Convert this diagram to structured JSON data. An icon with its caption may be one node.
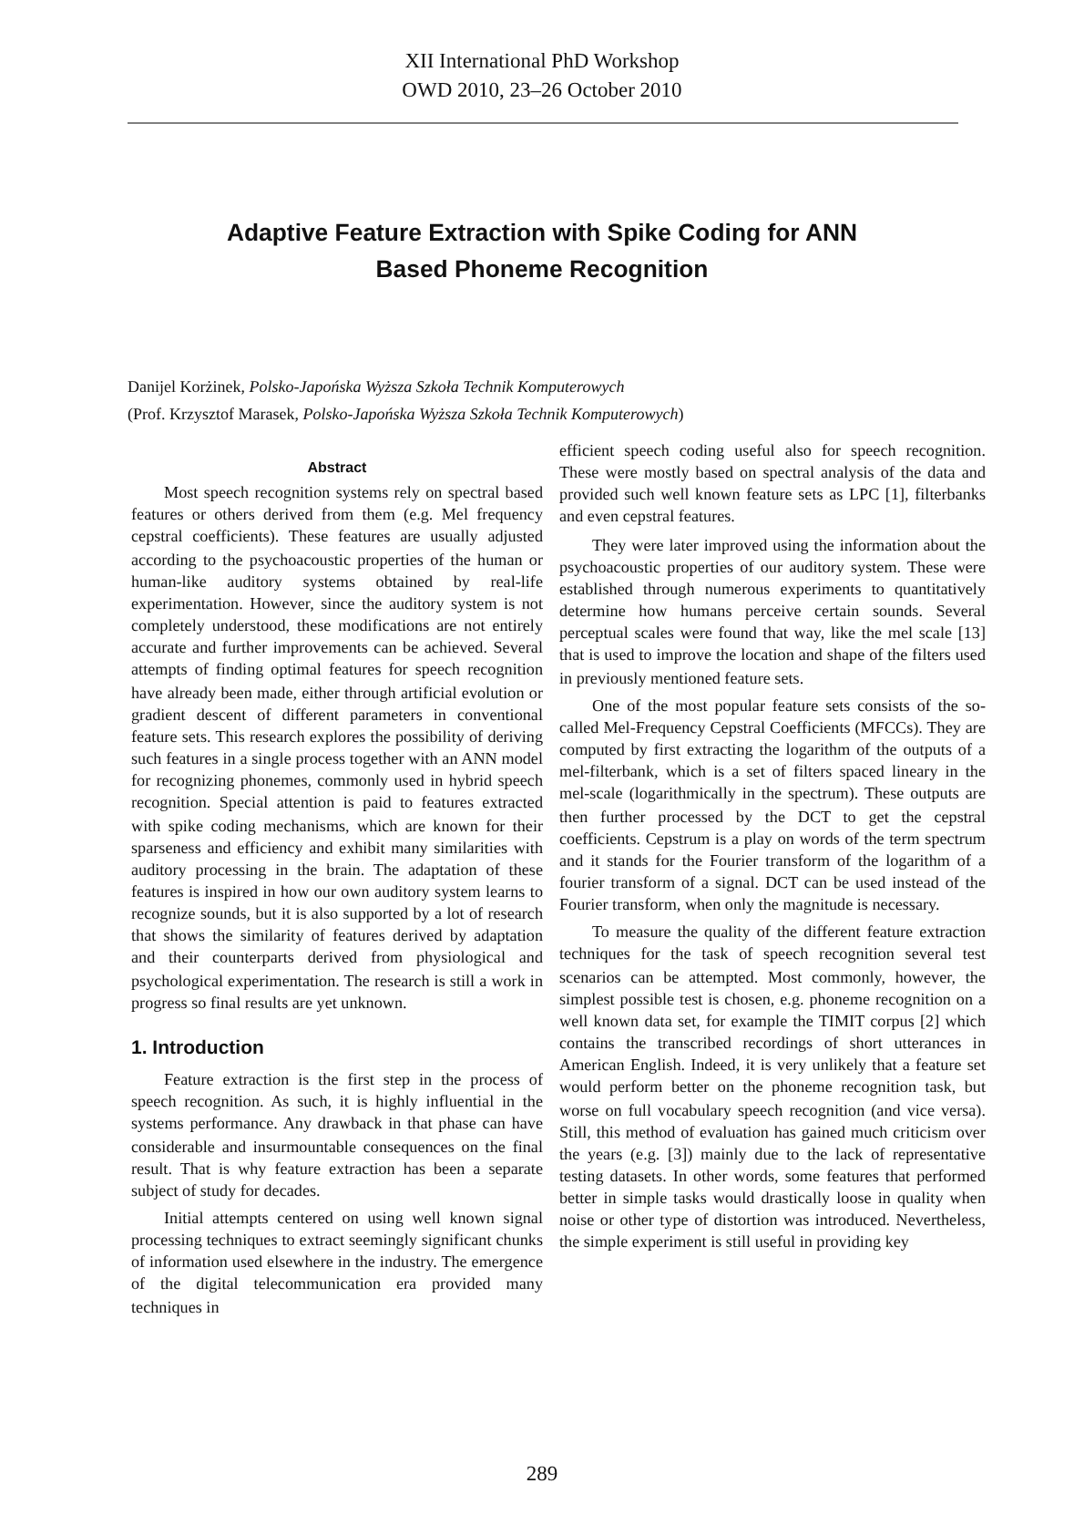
{
  "diagram": {
    "title": "Adaptive Feature Extraction with Spike Coding for ANN Based Phoneme Recognition",
    "labels": [
      "XII International PhD Workshop",
      "OWD 2010,  23–26 October 2010",
      "Danijel Korżinek, *Polsko-Japońska Wyższa Szkoła Technik Komputerowych*",
      "(Prof. Krzysztof Marasek, *Polsko-Japońska Wyższa Szkoła Technik Komputerowych*)",
      "Abstract",
      "Most speech recognition systems rely on spectral based features or others derived from them (e.g. Mel frequency cepstral coefficients). These features are usually adjusted according to the psychoacoustic properties of the human or human-like auditory systems obtained by real-life experimentation. However, since the auditory system is not completely understood, these modifications are not entirely accurate and further improvements can be achieved. Several attempts of finding optimal features for speech recognition have already been made, either through artificial evolution or gradient descent of different parameters in conventional feature sets. This research explores the possibility of deriving such features in a single process together with an ANN model for recognizing phonemes, commonly used in hybrid speech recognition. Special attention is paid to features extracted with spike coding mechanisms, which are known for their sparseness and efficiency and exhibit many similarities with auditory processing in the brain. The adaptation of these features is inspired in how our own auditory system learns to recognize sounds, but it is also supported by a lot of research that shows the similarity of features derived by adaptation and their counterparts derived from physiological and psychological experimentation. The research is still a work in progress so final results are yet unknown.",
      "1. Introduction",
      "Feature extraction is the first step in the process of speech recognition. As such, it is highly influential in the systems performance. Any drawback in that phase can have considerable and insurmountable consequences on the final result. That is why feature extraction has been a separate subject of study for decades.",
      "Initial attempts centered on using well known signal processing techniques to extract seemingly significant chunks of information used elsewhere in the industry. The emergence of the digital telecommunication era provided many techniques in",
      "efficient speech coding useful also for speech recognition. These were mostly based on spectral analysis of the data and provided such well known feature sets as LPC [1], filterbanks and even cepstral features.",
      "They were later improved using the information about the psychoacoustic properties of our auditory system. These were established through numerous experiments to quantitatively determine how humans perceive certain sounds. Several perceptual scales were found that way, like the mel scale [13] that is used to improve the location and shape of the filters used in previously mentioned feature sets.",
      "One of the most popular feature sets consists of the so-called Mel-Frequency Cepstral Coefficients (MFCCs). They are computed by first extracting the logarithm of the outputs of a mel-filterbank, which is a set of filters spaced lineary in the mel-scale (logarithmically in the spectrum). These outputs are then further processed by the DCT to get the cepstral coefficients. Cepstrum is a play on words of the term spectrum and it stands for the Fourier transform of the logarithm of a fourier transform of a signal. DCT can be used instead of the Fourier transform, when only the magnitude is necessary.",
      "To measure the quality of the different feature extraction techniques for the task of speech recognition several test scenarios can be attempted. Most commonly, however, the simplest possible test is chosen, e.g. phoneme recognition on a well known data set, for example the TIMIT corpus [2] which contains the transcribed recordings of short utterances in American English. Indeed, it is very unlikely that a feature set would perform better on the phoneme recognition task, but worse on full vocabulary speech recognition (and vice versa). Still, this method of evaluation has gained much criticism over the years (e.g. [3]) mainly due to the lack of representative testing datasets. In other words, some features that performed better in simple tasks would drastically loose in quality when noise or other type of distortion was introduced. Nevertheless, the simple experiment is still useful in providing key",
      "289"
    ]
  }
}
